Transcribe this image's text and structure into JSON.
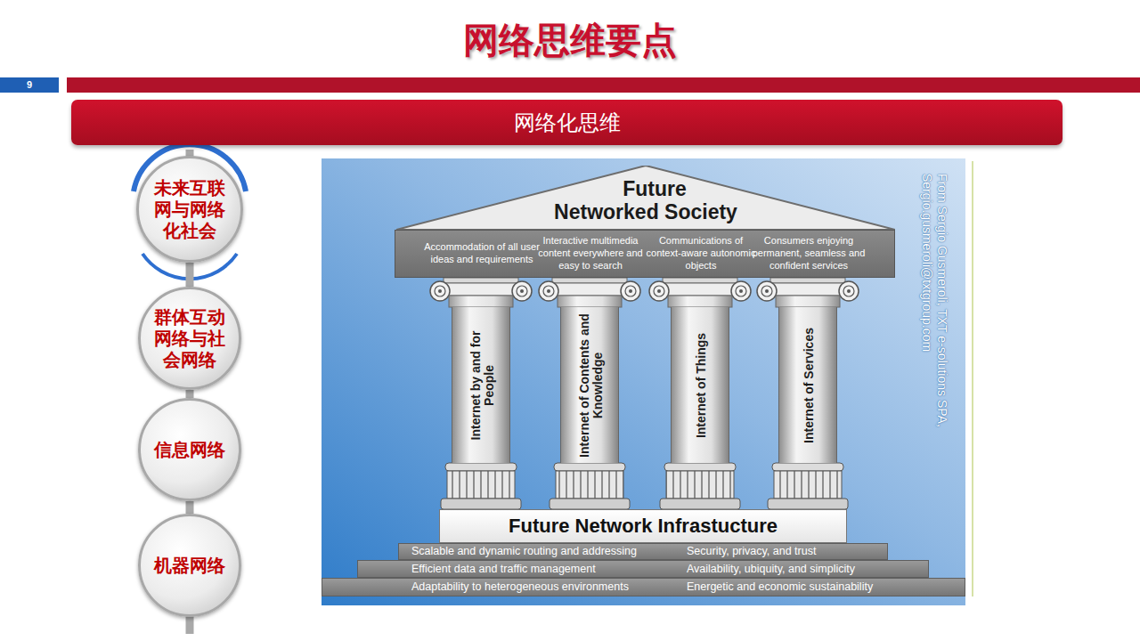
{
  "diagram": {
    "title": "网络思维要点",
    "nodes": [
      {
        "text": [
          "网络化思维"
        ]
      },
      {
        "text": [
          "未来互联网与网络化社会"
        ]
      },
      {
        "text": [
          "群体互动网络与社会网络"
        ]
      },
      {
        "text": [
          "信息网络"
        ]
      },
      {
        "text": [
          "机器网络"
        ]
      },
      {
        "text": [
          "Future Networked Society"
        ]
      },
      {
        "text": [
          "Accommodation of all user ideas and requirements",
          "Interactive multimedia content everywhere and easy to search",
          "Communications of context-aware autonomic objects",
          "Consumers enjoying permanent, seamless and confident services"
        ]
      },
      {
        "text": [
          "Internet by and for People"
        ]
      },
      {
        "text": [
          "Internet of Contents and Knowledge"
        ]
      },
      {
        "text": [
          "Internet of Things"
        ]
      },
      {
        "text": [
          "Internet of Services"
        ]
      },
      {
        "text": [
          "Future Network Infrastucture"
        ]
      },
      {
        "text": [
          "Scalable and dynamic routing and addressing",
          "Security, privacy, and trust"
        ]
      },
      {
        "text": [
          "Efficient data and traffic management",
          "Availability, ubiquity, and simplicity"
        ]
      },
      {
        "text": [
          "Adaptability to heterogeneous environments",
          "Energetic and economic sustainability"
        ]
      }
    ],
    "edges": [
      {
        "from": 1,
        "to": 2,
        "arrow": "none"
      },
      {
        "from": 2,
        "to": 3,
        "arrow": "none"
      },
      {
        "from": 3,
        "to": 4,
        "arrow": "none"
      }
    ],
    "labels": [
      "9",
      "From Sergio Gusmeroli, TXT e-solutions SPA, Sergio.gusmeroli@txtgroup.com"
    ]
  }
}
